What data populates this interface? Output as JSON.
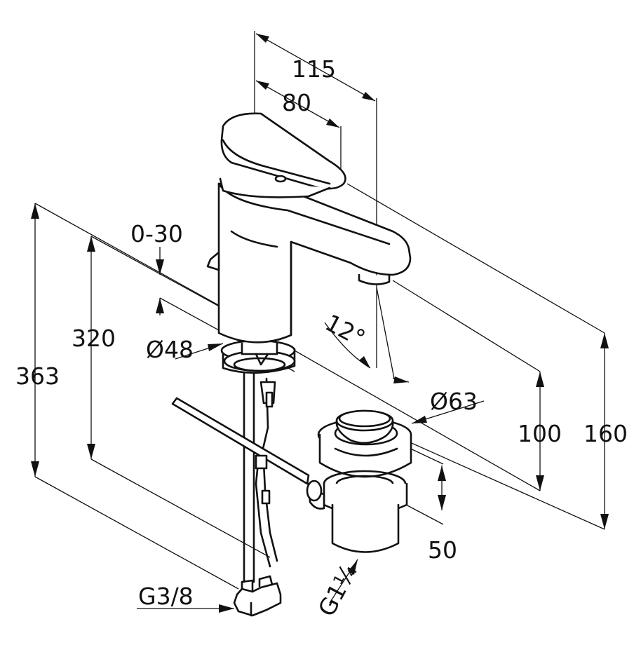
{
  "figure": {
    "subject": "single lever basin mixer with pop-up waste",
    "dimensions": {
      "width_total": "115",
      "width_spout": "80",
      "swivel": "0-30",
      "height_overall": "363",
      "height_to_base": "320",
      "base_diameter": "Ø48",
      "waste_diameter": "Ø63",
      "outlet_height": "100",
      "total_height": "160",
      "angle": "12°",
      "waste_height": "50",
      "connection_supply": "G3/8",
      "connection_waste": "G1¼"
    }
  }
}
